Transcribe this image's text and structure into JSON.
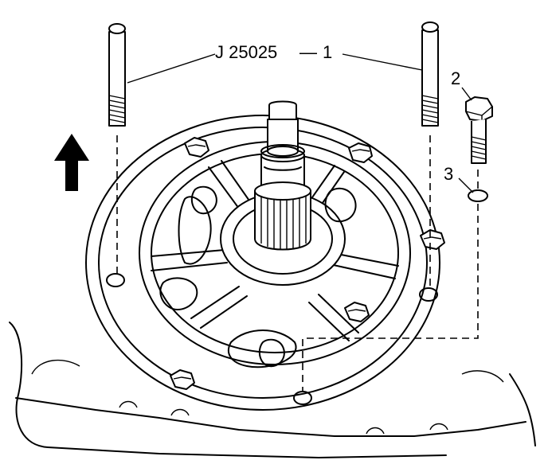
{
  "callouts": {
    "tool": "J 25025",
    "tool_separator": "—",
    "tool_number": "1",
    "bolt_number": "2",
    "washer_number": "3"
  },
  "icons": {
    "arrow": "up-arrow-icon"
  }
}
